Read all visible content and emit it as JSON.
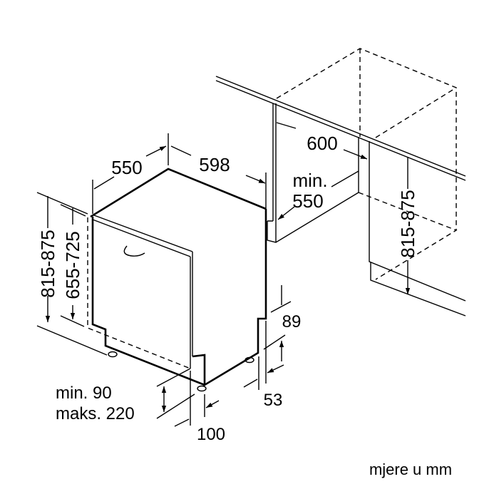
{
  "diagram": {
    "type": "built-in dishwasher installation dimensions",
    "labels": {
      "depth": "550",
      "width": "598",
      "niche_width": "600",
      "niche_depth_min": "min.",
      "niche_depth_value": "550",
      "height_left": "815-875",
      "door_height": "655-725",
      "height_right": "815-875",
      "plinth_min": "min. 90",
      "plinth_max": "maks. 220",
      "foot_offset": "100",
      "side_offset": "53",
      "rear_height": "89"
    },
    "units_note": "mjere u mm"
  }
}
